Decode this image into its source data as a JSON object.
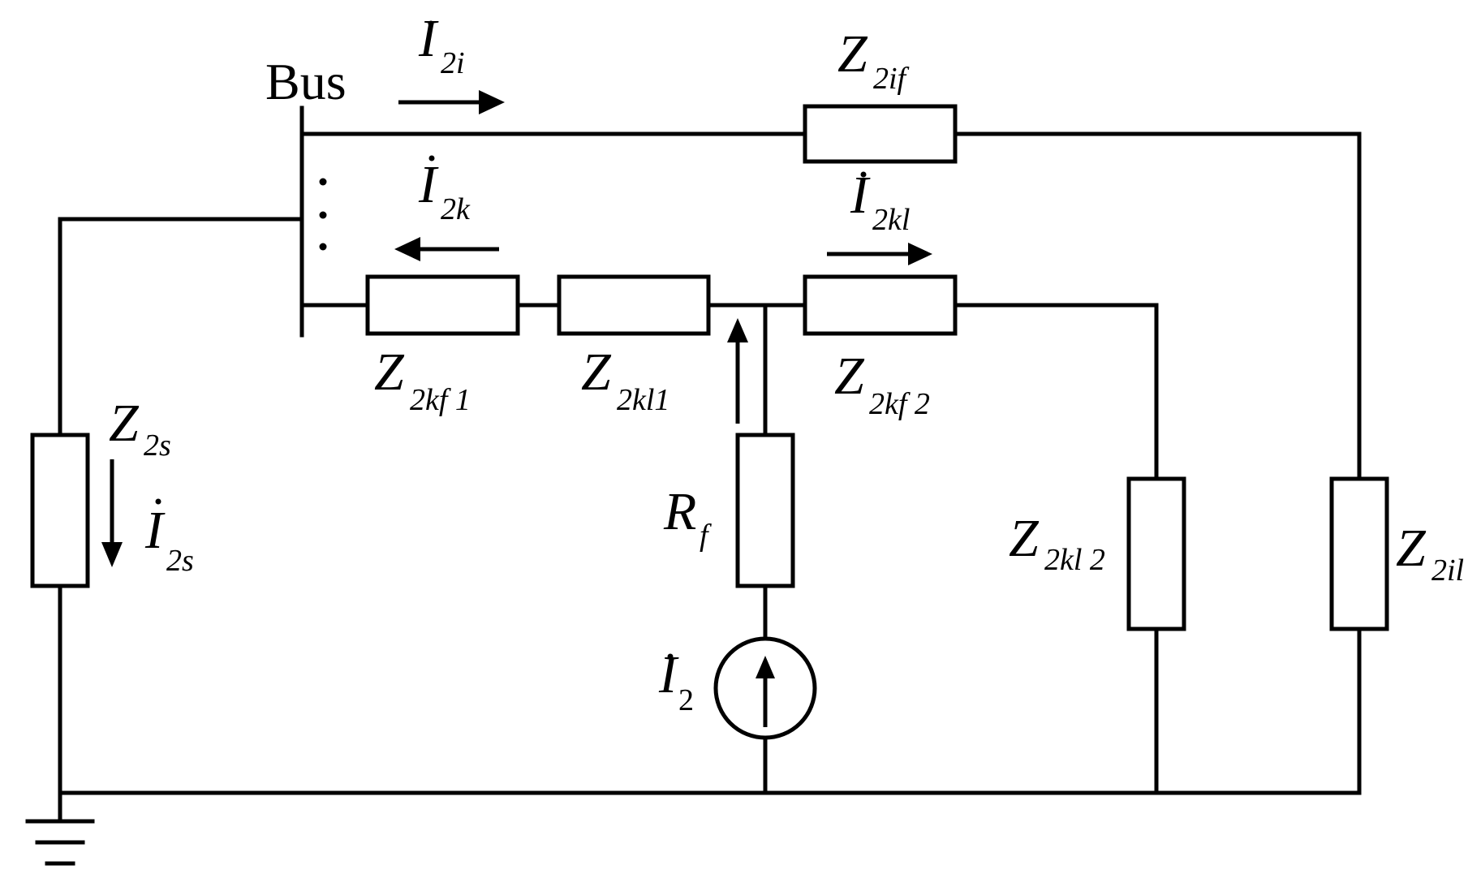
{
  "diagram": {
    "bus_label": "Bus",
    "labels": {
      "I2i": {
        "main": "I",
        "sub": "2i"
      },
      "Z2if": {
        "main": "Z",
        "sub": "2if"
      },
      "I2k": {
        "main": "I",
        "sub": "2k"
      },
      "I2kl": {
        "main": "I",
        "sub": "2kl"
      },
      "Z2kf1": {
        "main": "Z",
        "sub": "2kf 1"
      },
      "Z2kl1": {
        "main": "Z",
        "sub": "2kl1"
      },
      "Z2kf2": {
        "main": "Z",
        "sub": "2kf 2"
      },
      "Z2s": {
        "main": "Z",
        "sub": "2s"
      },
      "I2s": {
        "main": "I",
        "sub": "2s"
      },
      "Rf": {
        "main": "R",
        "sub": "f"
      },
      "Z2kl2": {
        "main": "Z",
        "sub": "2kl 2"
      },
      "Z2il": {
        "main": "Z",
        "sub": "2il"
      },
      "I2": {
        "main": "I",
        "sub": "2"
      }
    }
  }
}
